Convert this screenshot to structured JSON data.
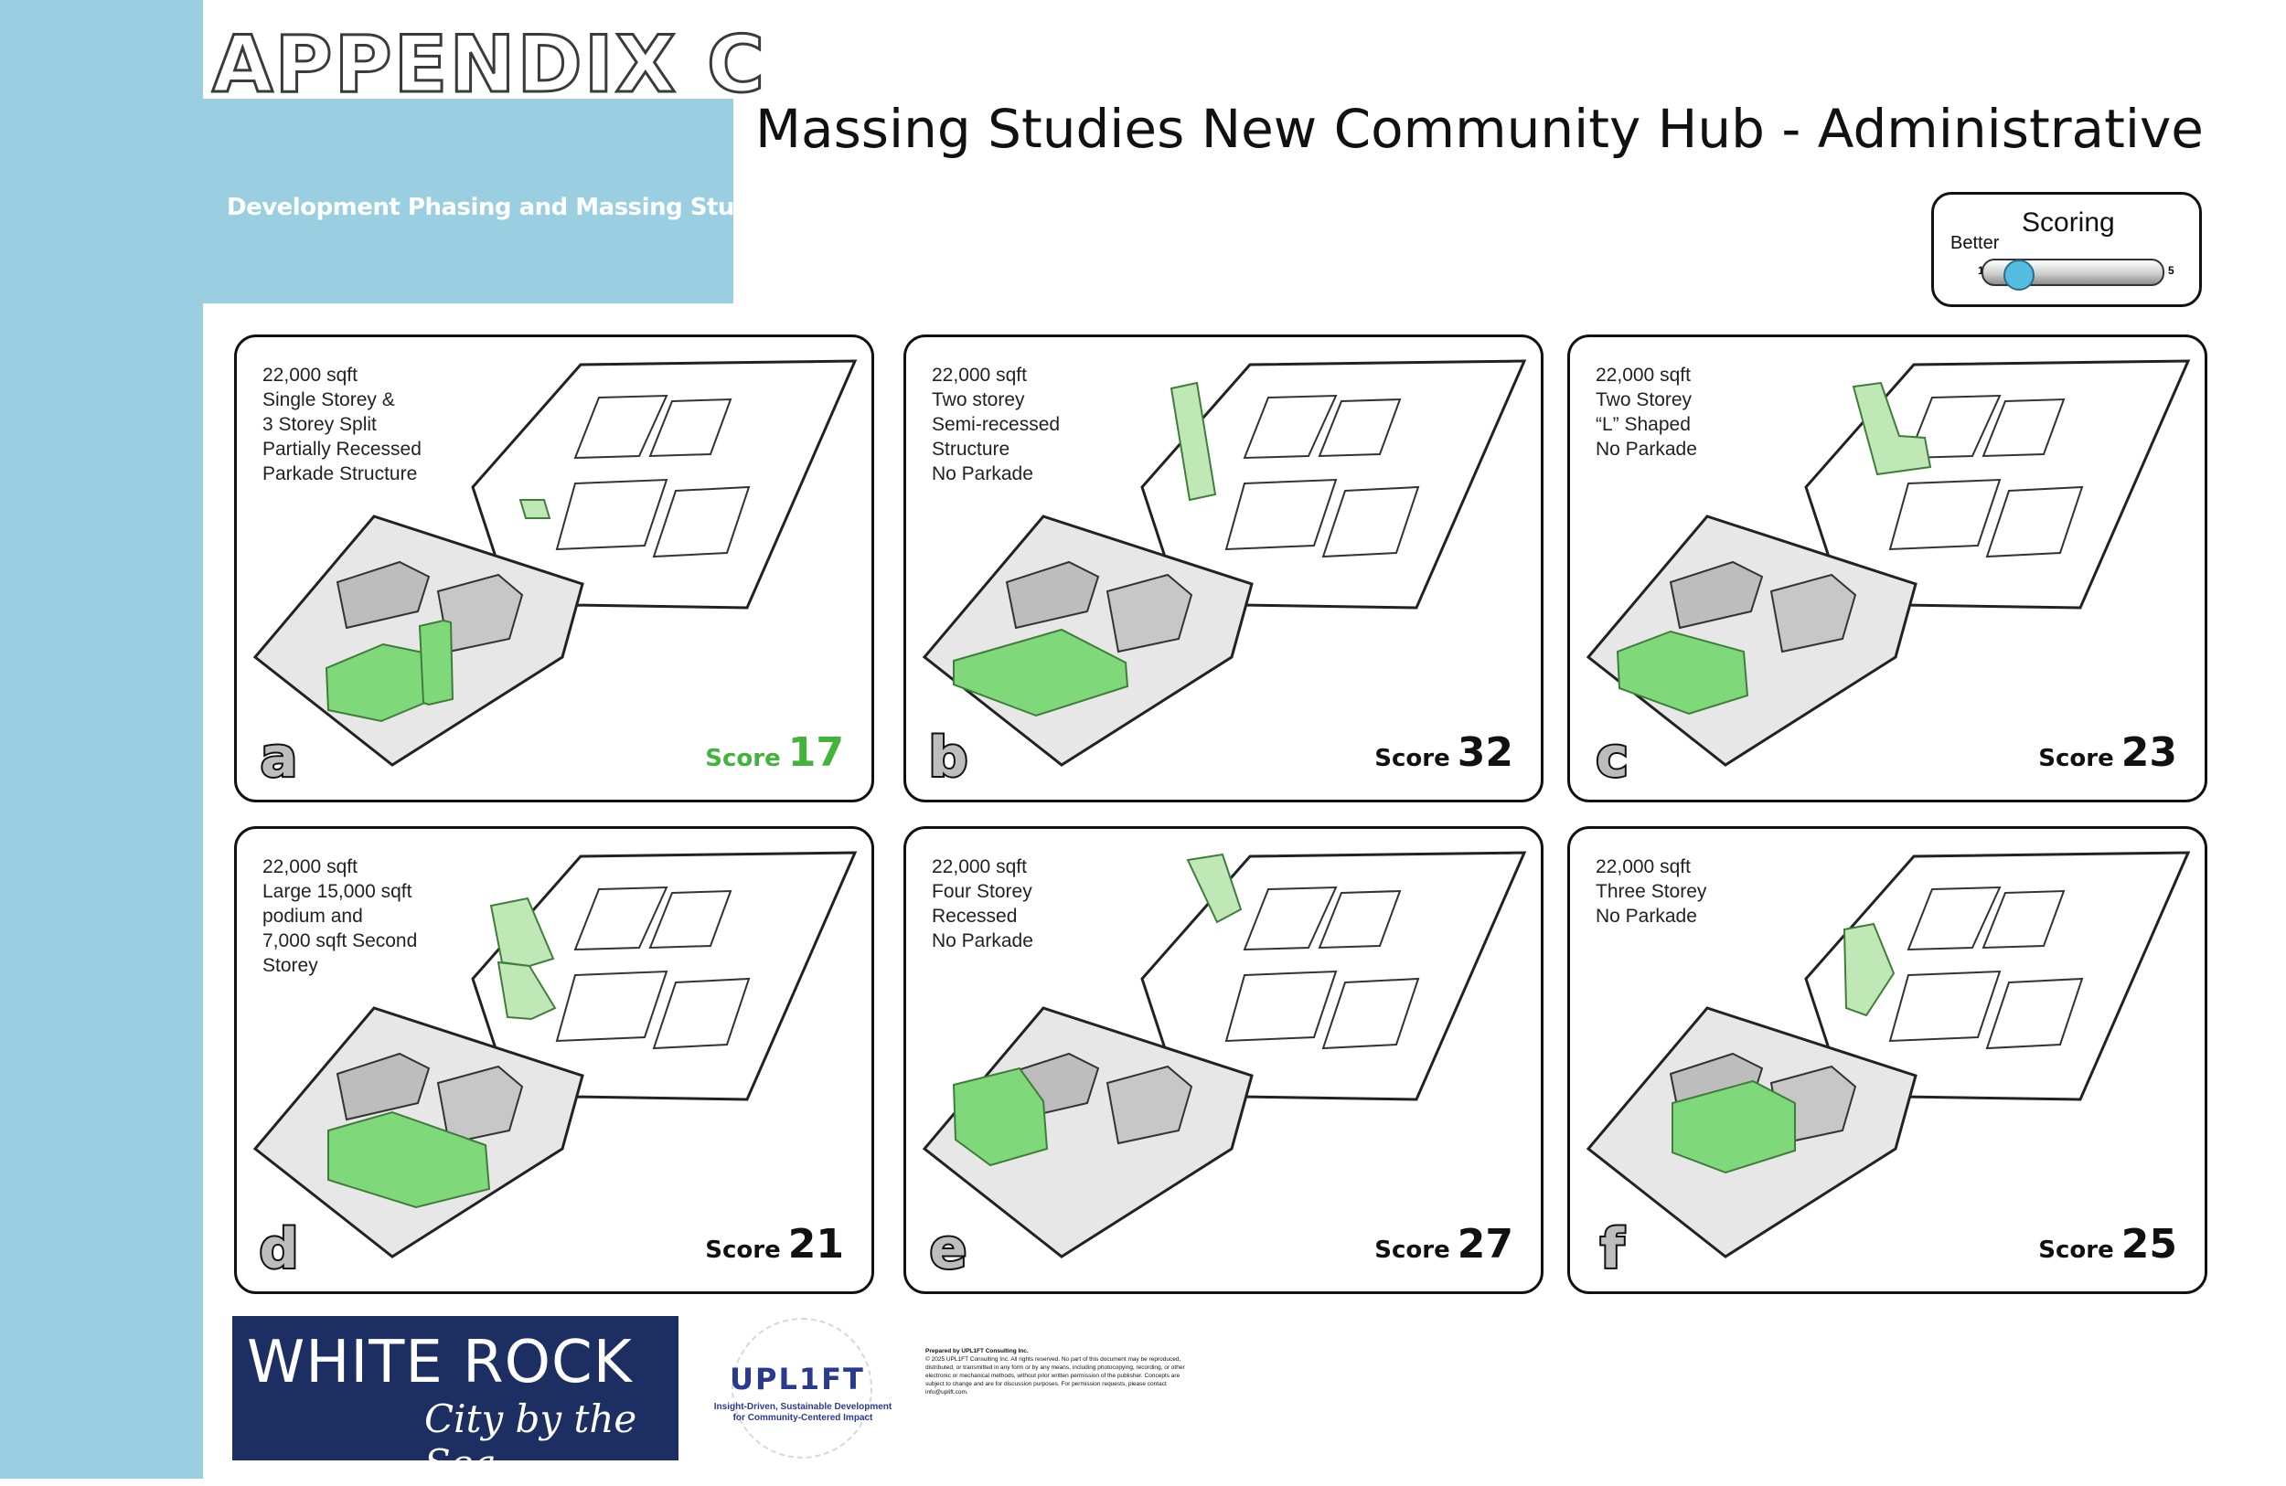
{
  "header": {
    "appendix": "APPENDIX C",
    "subtitle": "Development Phasing and Massing Studies",
    "title": "Massing Studies New Community Hub - Administrative"
  },
  "scoring": {
    "title": "Scoring",
    "better_label": "Better",
    "min": "1",
    "max": "5",
    "level": 1
  },
  "options": [
    {
      "letter": "a",
      "lines": [
        "22,000 sqft",
        "Single Storey &",
        "3 Storey Split",
        "Partially Recessed",
        "Parkade Structure"
      ],
      "score_label": "Score",
      "score": "17",
      "score_color": "#43b43b"
    },
    {
      "letter": "b",
      "lines": [
        "22,000 sqft",
        "Two storey",
        "Semi-recessed",
        "Structure",
        "No Parkade"
      ],
      "score_label": "Score",
      "score": "32",
      "score_color": "#111111"
    },
    {
      "letter": "c",
      "lines": [
        "22,000 sqft",
        "Two Storey",
        "“L” Shaped",
        "No Parkade"
      ],
      "score_label": "Score",
      "score": "23",
      "score_color": "#111111"
    },
    {
      "letter": "d",
      "lines": [
        "22,000 sqft",
        "Large 15,000 sqft",
        "podium and",
        "7,000 sqft Second",
        "Storey"
      ],
      "score_label": "Score",
      "score": "21",
      "score_color": "#111111"
    },
    {
      "letter": "e",
      "lines": [
        "22,000 sqft",
        "Four Storey",
        "Recessed",
        "No Parkade"
      ],
      "score_label": "Score",
      "score": "27",
      "score_color": "#111111"
    },
    {
      "letter": "f",
      "lines": [
        "22,000 sqft",
        "Three Storey",
        "No Parkade"
      ],
      "score_label": "Score",
      "score": "25",
      "score_color": "#111111"
    }
  ],
  "footer": {
    "whiterock_top": "WHITE ROCK",
    "whiterock_bottom": "City by the Sea",
    "uplift_name": "UPL1FT",
    "uplift_tagline": "Insight-Driven, Sustainable Development for Community-Centered Impact",
    "legal_head": "Prepared by UPL1FT Consulting Inc.",
    "legal_body": "© 2025 UPL1FT Consulting Inc. All rights reserved. No part of this document may be reproduced, distributed, or transmitted in any form or by any means, including photocopying, recording, or other electronic or mechanical methods, without prior written permission of the publisher. Concepts are subject to change and are for discussion purposes. For permission requests, please contact info@uplift.com."
  },
  "colors": {
    "sidebar": "#99cfe1",
    "massing_green": "#7fd97a",
    "score_green": "#43b43b",
    "whiterock_navy": "#1c2e62"
  }
}
